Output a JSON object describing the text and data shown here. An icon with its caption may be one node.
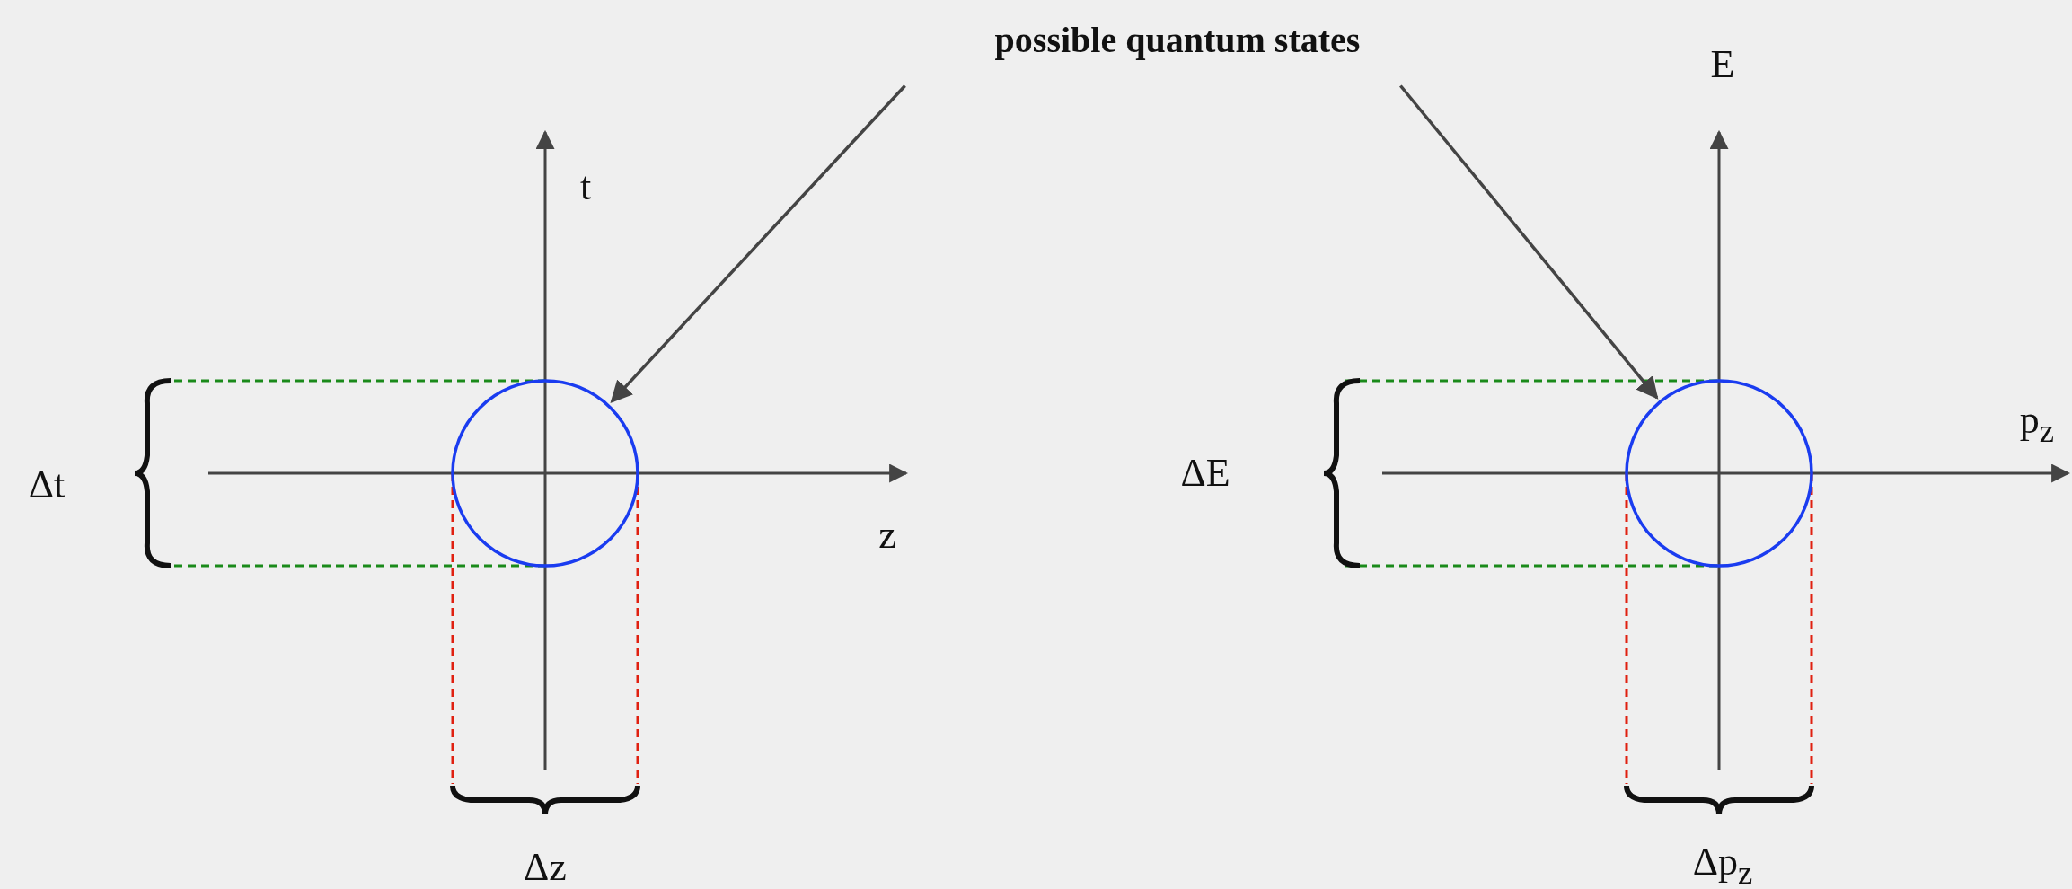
{
  "diagram": {
    "nodes": [
      {
        "text": [
          "possible quantum states"
        ]
      },
      {
        "text": [],
        "shape": "circle"
      },
      {
        "text": [],
        "shape": "circle"
      }
    ],
    "edges": [
      {
        "from": 0,
        "to": 1,
        "arrow": "to"
      },
      {
        "from": 0,
        "to": 2,
        "arrow": "to"
      }
    ],
    "labels": [
      "E",
      "t",
      "p$_{z}$",
      "Δt",
      "ΔE",
      "z",
      "Δz",
      "Δp$_{z}$"
    ]
  }
}
